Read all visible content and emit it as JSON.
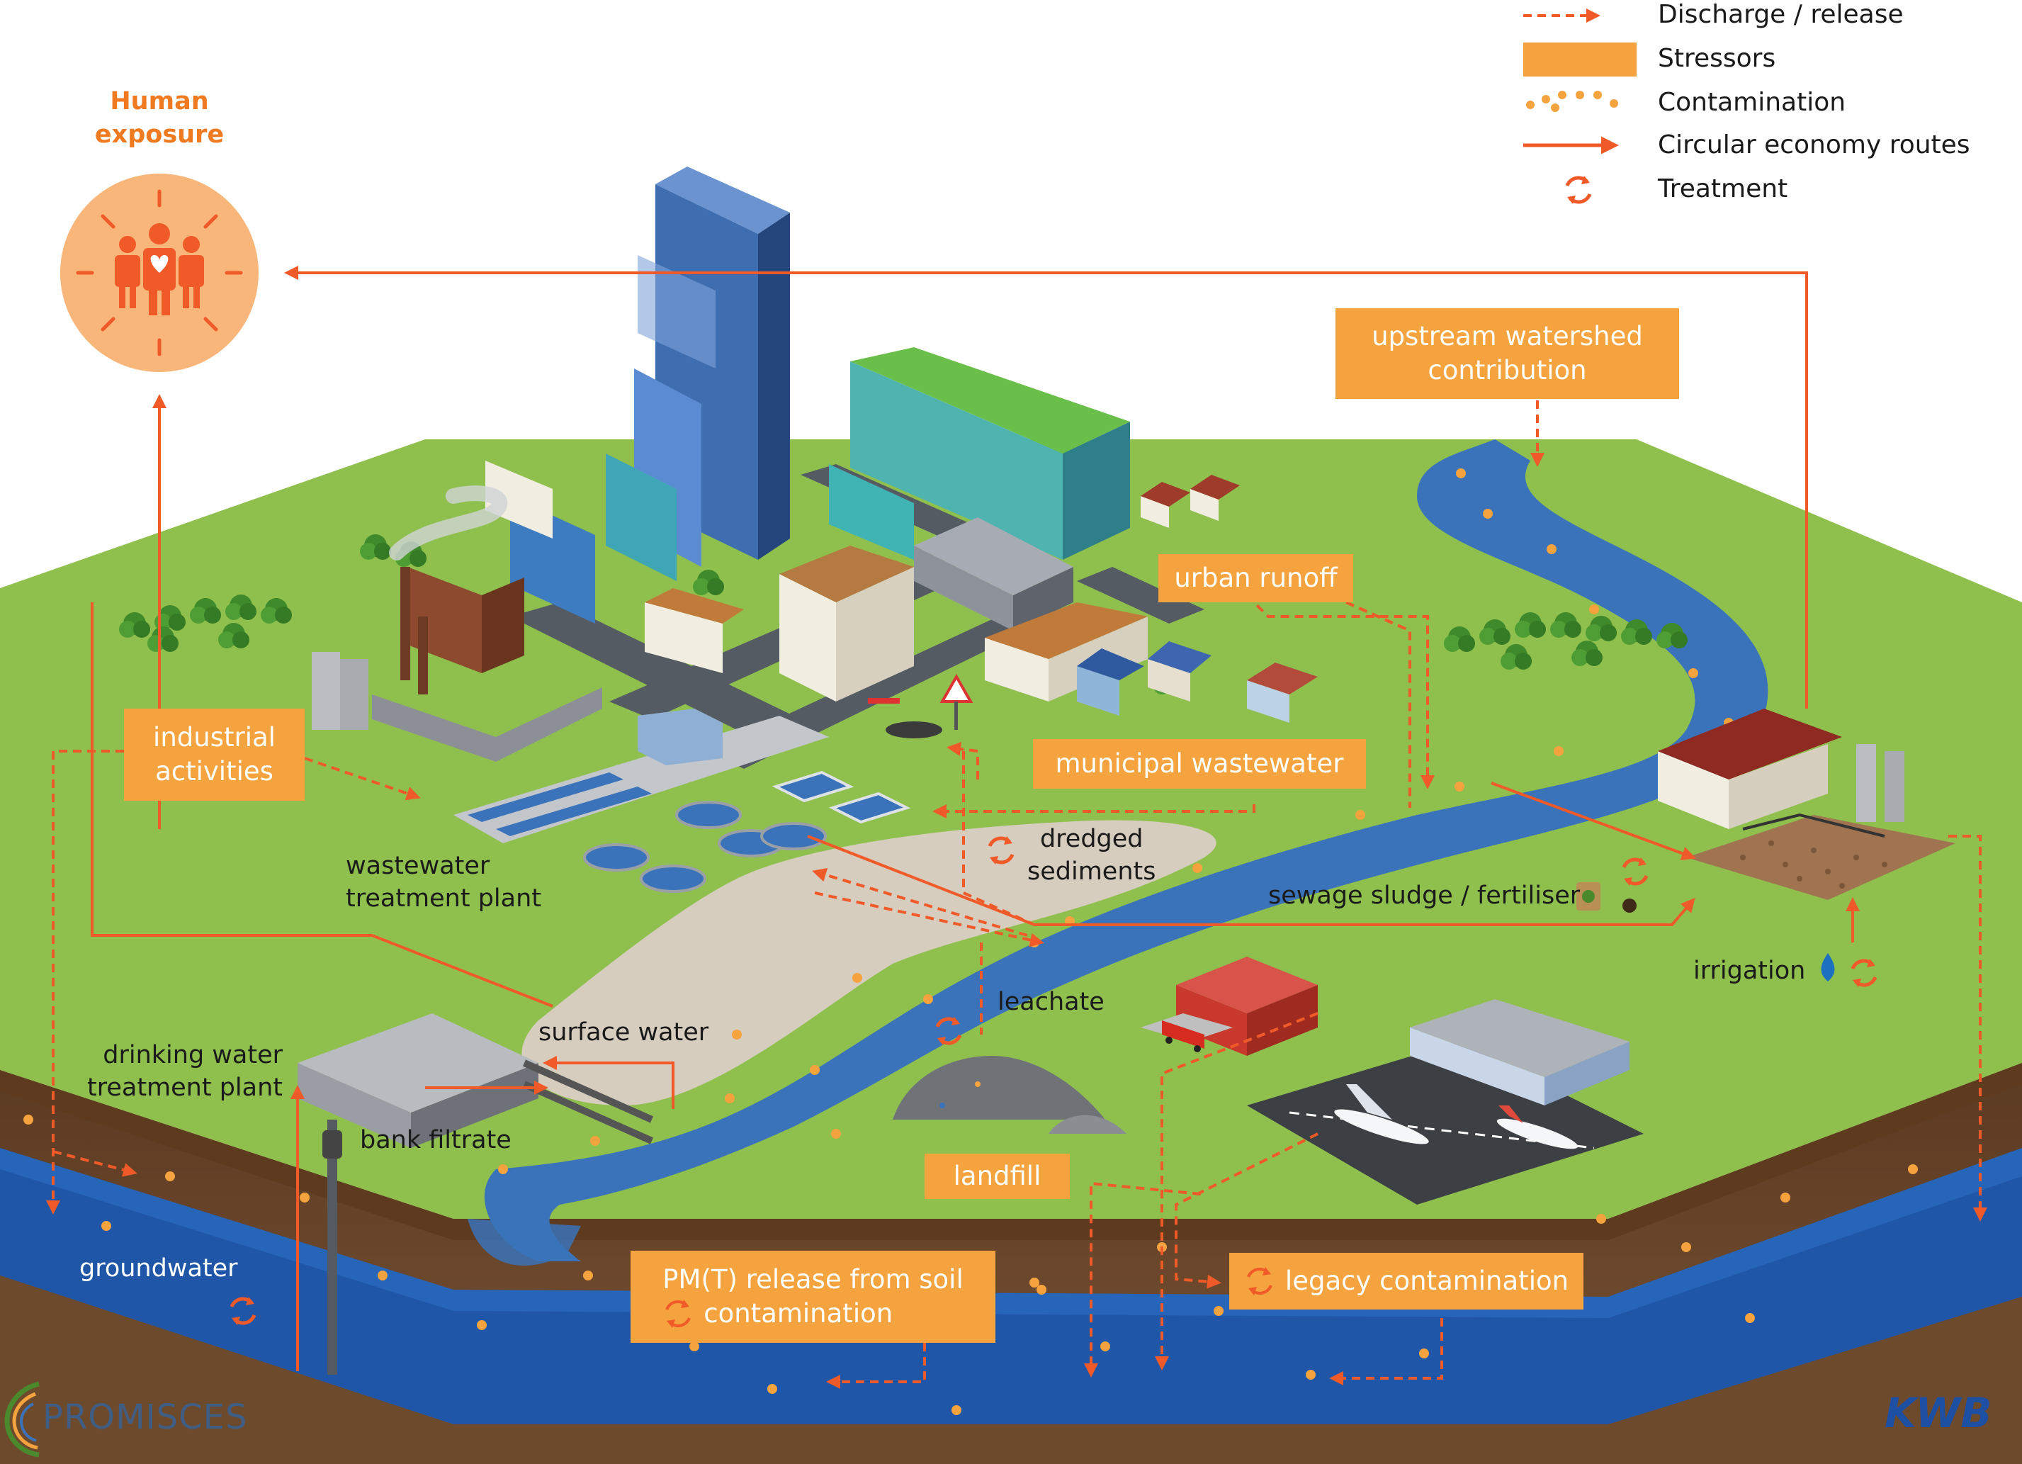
{
  "legend": {
    "discharge": "Discharge / release",
    "stressors": "Stressors",
    "contamination": "Contamination",
    "circular": "Circular economy routes",
    "treatment": "Treatment"
  },
  "human_exposure": {
    "line1": "Human",
    "line2": "exposure"
  },
  "stressors": {
    "upstream_line1": "upstream watershed",
    "upstream_line2": "contribution",
    "urban_runoff": "urban runoff",
    "industrial_line1": "industrial",
    "industrial_line2": "activities",
    "municipal": "municipal wastewater",
    "landfill": "landfill",
    "pmt_line1": "PM(T) release from soil",
    "pmt_line2": "contamination",
    "legacy": "legacy contamination"
  },
  "labels": {
    "wwtp_line1": "wastewater",
    "wwtp_line2": "treatment plant",
    "dredged_line1": "dredged",
    "dredged_line2": "sediments",
    "sludge": "sewage sludge / fertiliser",
    "irrigation": "irrigation",
    "leachate": "leachate",
    "surface_water": "surface water",
    "dwtp_line1": "drinking water",
    "dwtp_line2": "treatment plant",
    "bank_filtrate": "bank filtrate",
    "groundwater": "groundwater"
  },
  "branding": {
    "left": "PROMISCES",
    "right": "KWB"
  },
  "colors": {
    "stressor": "#f5a33e",
    "arrow": "#f05a28",
    "ground": "#8fc04d",
    "river": "#3a73b9",
    "groundwater": "#1d4f9e",
    "soil": "#6b4326"
  },
  "icons": [
    "people-icon",
    "treatment-cycle-icon",
    "water-drop-icon",
    "fertiliser-bag-icon",
    "roadwork-sign-icon",
    "airplane-icon",
    "fire-truck-icon"
  ]
}
